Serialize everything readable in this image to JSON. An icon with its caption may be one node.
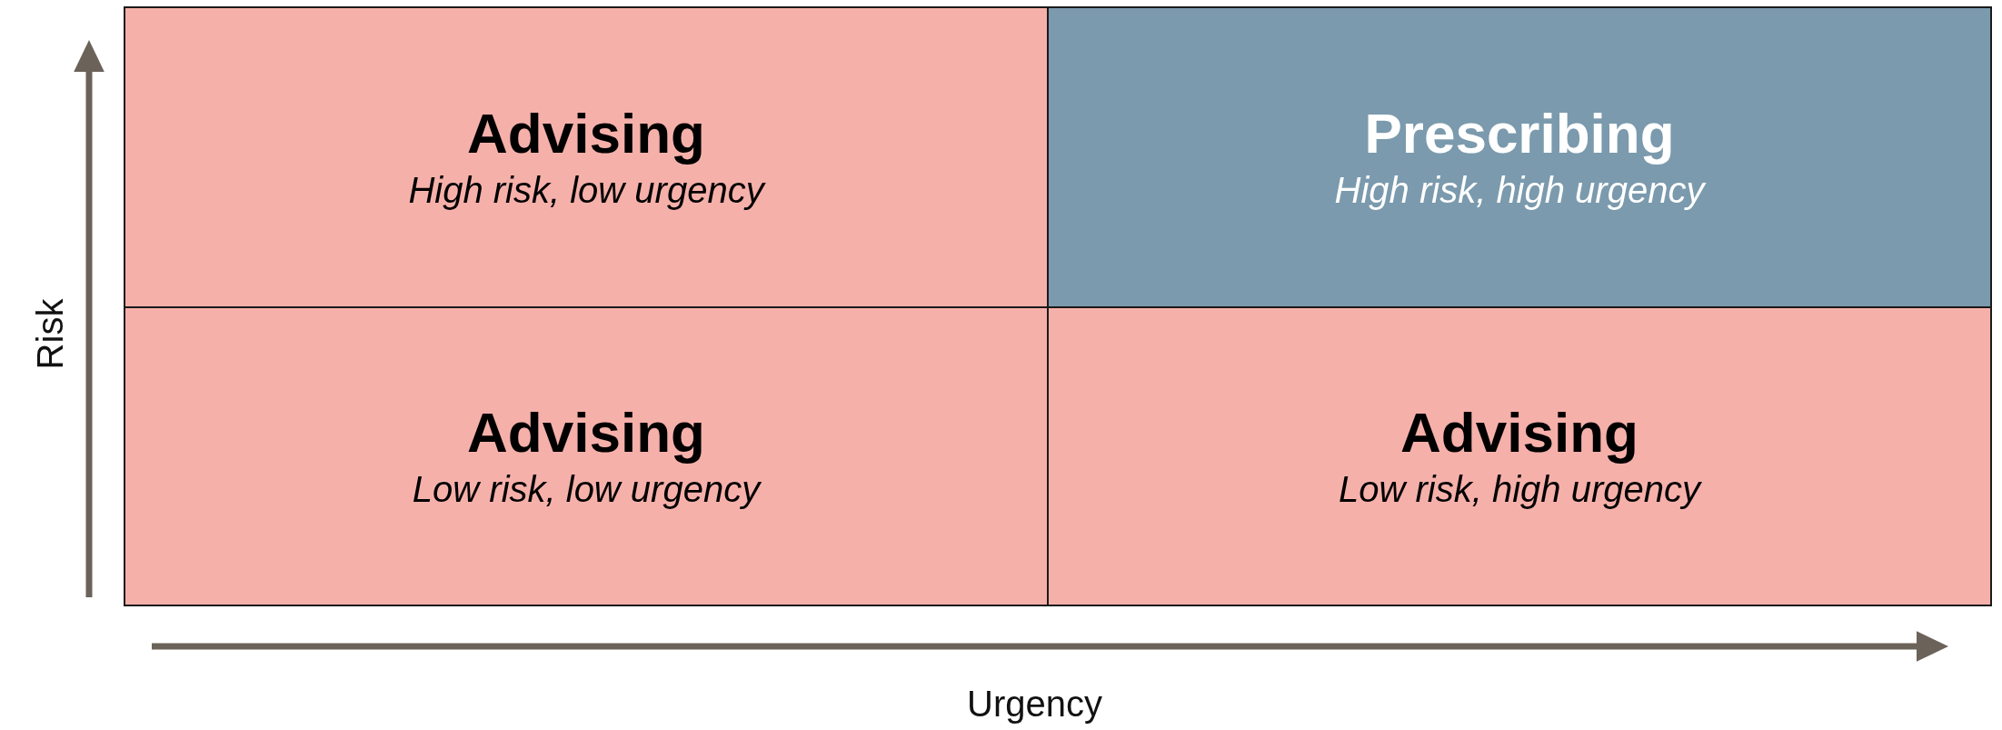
{
  "diagram": {
    "nodes": [
      {
        "text": [
          "Advising",
          "High risk, low urgency"
        ]
      },
      {
        "text": [
          "Prescribing",
          "High risk, high urgency"
        ]
      },
      {
        "text": [
          "Advising",
          "Low risk, low urgency"
        ]
      },
      {
        "text": [
          "Advising",
          "Low risk, high urgency"
        ]
      }
    ],
    "edges": [],
    "labels": [
      "Risk",
      "Urgency"
    ]
  }
}
